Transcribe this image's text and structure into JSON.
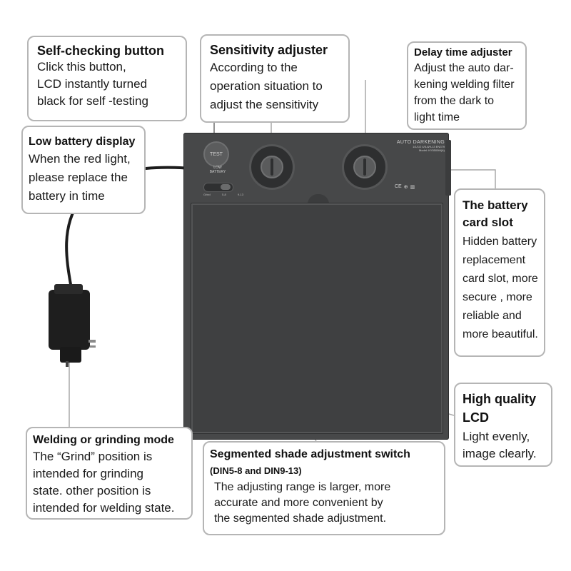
{
  "callouts": {
    "self_check": {
      "title": "Self-checking button",
      "body": [
        "Click this button,",
        "LCD instantly turned",
        "black for self -testing"
      ]
    },
    "sensitivity": {
      "title": "Sensitivity adjuster",
      "body": [
        "According to the",
        "operation situation to",
        "adjust the sensitivity"
      ]
    },
    "delay": {
      "title": "Delay time adjuster",
      "body": [
        "Adjust the auto dar-",
        "kening welding filter",
        "from the dark to",
        "light time"
      ]
    },
    "low_battery": {
      "title": "Low battery display",
      "body": [
        "When the red light,",
        "please replace the",
        "battery in time"
      ]
    },
    "battery_slot": {
      "title": [
        "The battery",
        "card slot"
      ],
      "body": [
        "Hidden battery",
        "replacement",
        "card slot, more",
        "secure , more",
        "reliable and",
        "more beautiful."
      ]
    },
    "lcd": {
      "title": [
        "High quality",
        "LCD"
      ],
      "body": [
        "Light evenly,",
        "image clearly."
      ]
    },
    "mode": {
      "title": "Welding or grinding mode",
      "body": [
        "The “Grind” position is",
        "intended for grinding",
        "state. other position is",
        "intended for welding state."
      ]
    },
    "shade": {
      "title": "Segmented shade adjustment switch",
      "subtitle": "(DIN5-8 and DIN9-13)",
      "body": [
        "The adjusting range is larger, more",
        "accurate and more convenient by",
        "the segmented shade adjustment."
      ]
    }
  },
  "device": {
    "test_label": "TEST",
    "low_battery_label": [
      "LOW",
      "BATTERY"
    ],
    "mode_labels": [
      "Grind",
      "5-8",
      "9-13"
    ],
    "brand_line1": "AUTO DARKENING",
    "brand_line2": "1/1/1/2 4/5-8/9-13 EN379",
    "brand_line3": "Model: KY5500M(A)",
    "marks": [
      "CE",
      "⊕",
      "▥"
    ]
  },
  "colors": {
    "device_body": "#474849",
    "lcd_panel": "#3f4041",
    "callout_border": "#b5b5b5",
    "leader_line": "#9a9a9a"
  }
}
